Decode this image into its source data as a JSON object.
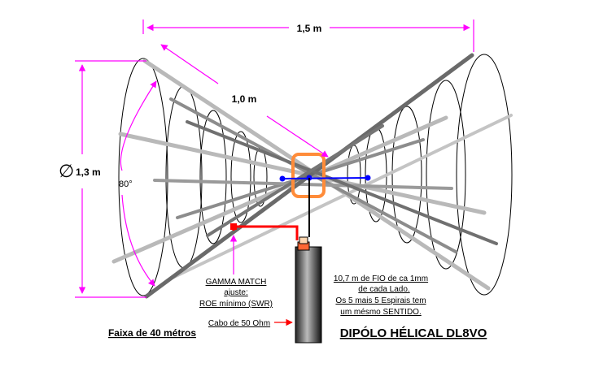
{
  "dimensions": {
    "width_label": "1,5 m",
    "arm_label": "1,0 m",
    "diameter_symbol": "∅",
    "diameter_label": "1,3 m",
    "angle_label": "80°"
  },
  "notes": {
    "gamma": [
      "GAMMA MATCH",
      "ajuste:",
      "ROE mínimo (SWR)"
    ],
    "wire": [
      "10,7 m de FIO de ca 1mm",
      "de cada Lado.",
      "Os 5 mais 5 Espirais tem",
      "um mésmo SENTIDO."
    ],
    "cable": "Cabo de 50 Ohm",
    "band": "Faixa de 40 métros",
    "title": "DIPÓLO HÉLICAL DL8VO"
  },
  "colors": {
    "dimension": "#ff00ff",
    "feed": "#ff0000",
    "feed_box": "#ff8c3a",
    "boom": "#0000ff",
    "rod_light": "#b9b9b9",
    "rod_mid": "#8c8c8c",
    "rod_dark": "#6a6a6a",
    "coax": "#000000"
  }
}
